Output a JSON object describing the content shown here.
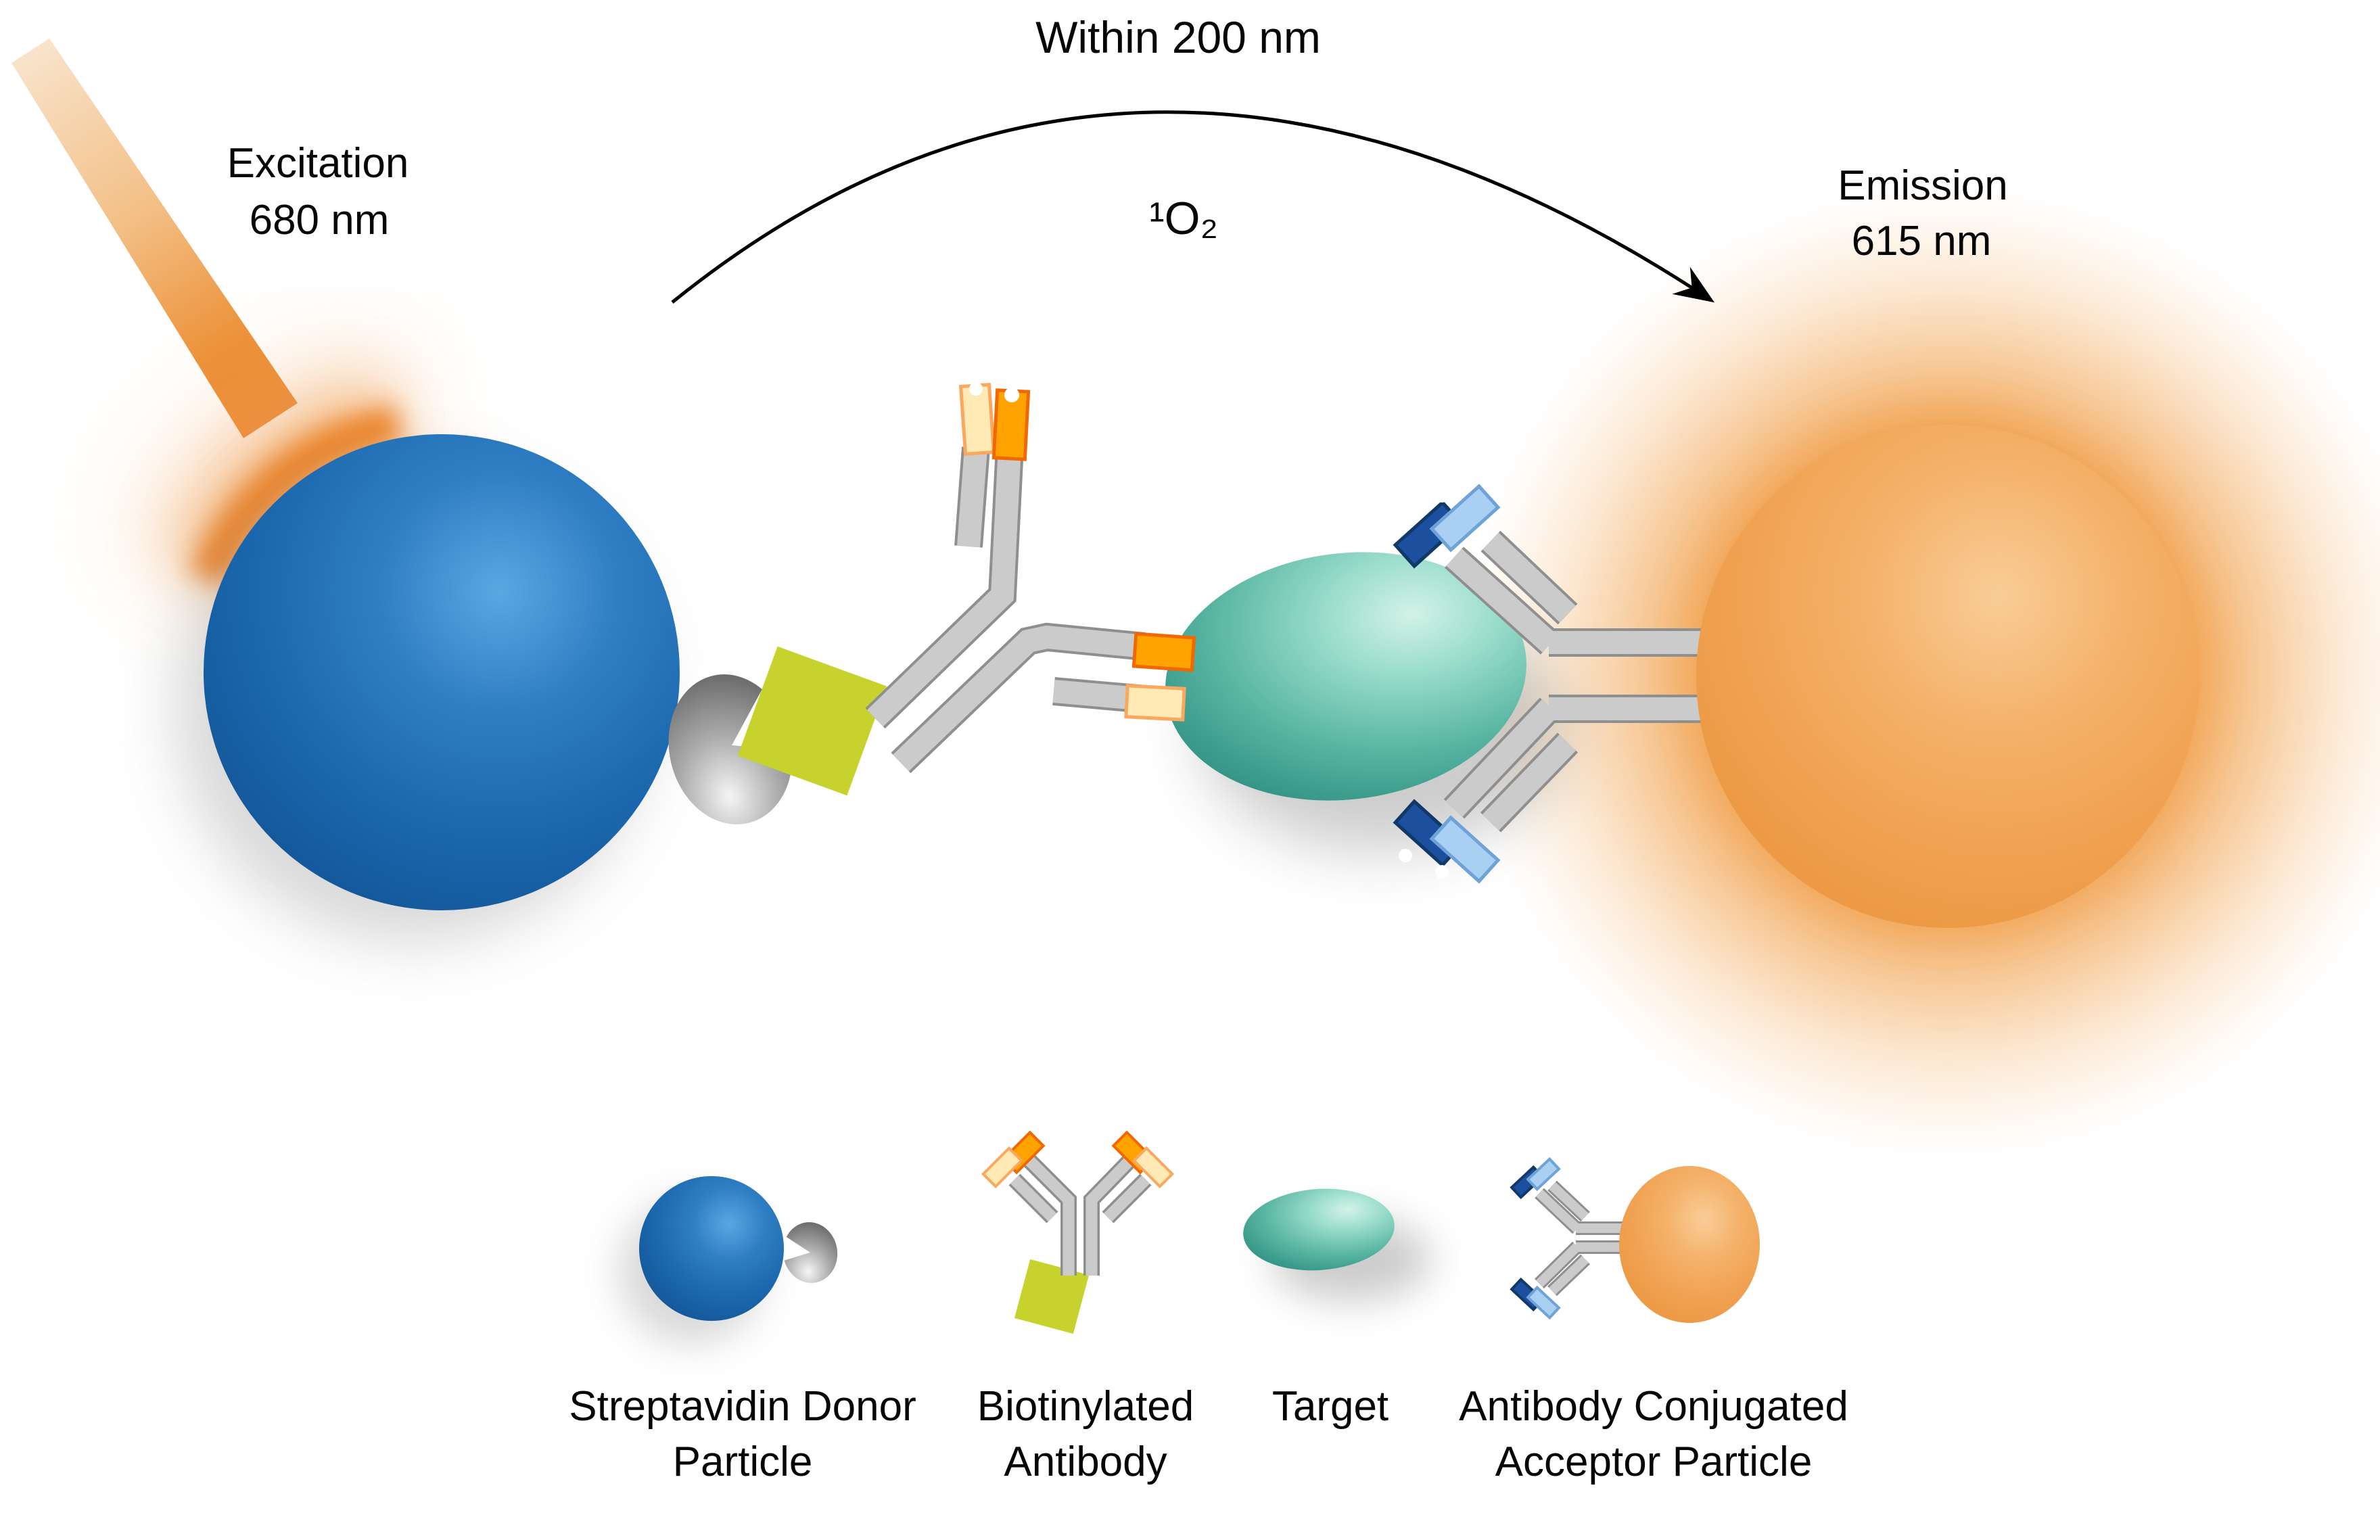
{
  "annotations": {
    "excitation": {
      "line1": "Excitation",
      "line2": "680 nm"
    },
    "distance": {
      "label": "Within 200 nm"
    },
    "singlet_oxygen": {
      "label": "¹O₂"
    },
    "emission": {
      "line1": "Emission",
      "line2": "615 nm"
    }
  },
  "legend": {
    "items": [
      {
        "id": "streptavidin-donor-particle",
        "line1": "Streptavidin Donor",
        "line2": "Particle"
      },
      {
        "id": "biotinylated-antibody",
        "line1": "Biotinylated",
        "line2": "Antibody"
      },
      {
        "id": "target",
        "line1": "Target",
        "line2": ""
      },
      {
        "id": "antibody-conjugated-acceptor-particle",
        "line1": "Antibody Conjugated",
        "line2": "Acceptor Particle"
      }
    ]
  },
  "colors": {
    "donor_blue": "#1E6BB2",
    "acceptor_orange": "#EF9E4A",
    "acceptor_glow": "#F09A3F",
    "target_teal": "#55B3A0",
    "streptavidin_gray": "#9A9A9A",
    "biotin_green": "#C7D32C",
    "antibody_gray": "#CBCBCB",
    "antibody_outline": "#8F8F8F",
    "fab_tip_orange": "#FFA300",
    "fab_tip_pale": "#FFE9B4",
    "fab_tip_dark_blue": "#1C4F9E",
    "fab_tip_light_blue": "#A9CFF2",
    "beam_orange": "#E98630",
    "arrow_black": "#000000"
  }
}
